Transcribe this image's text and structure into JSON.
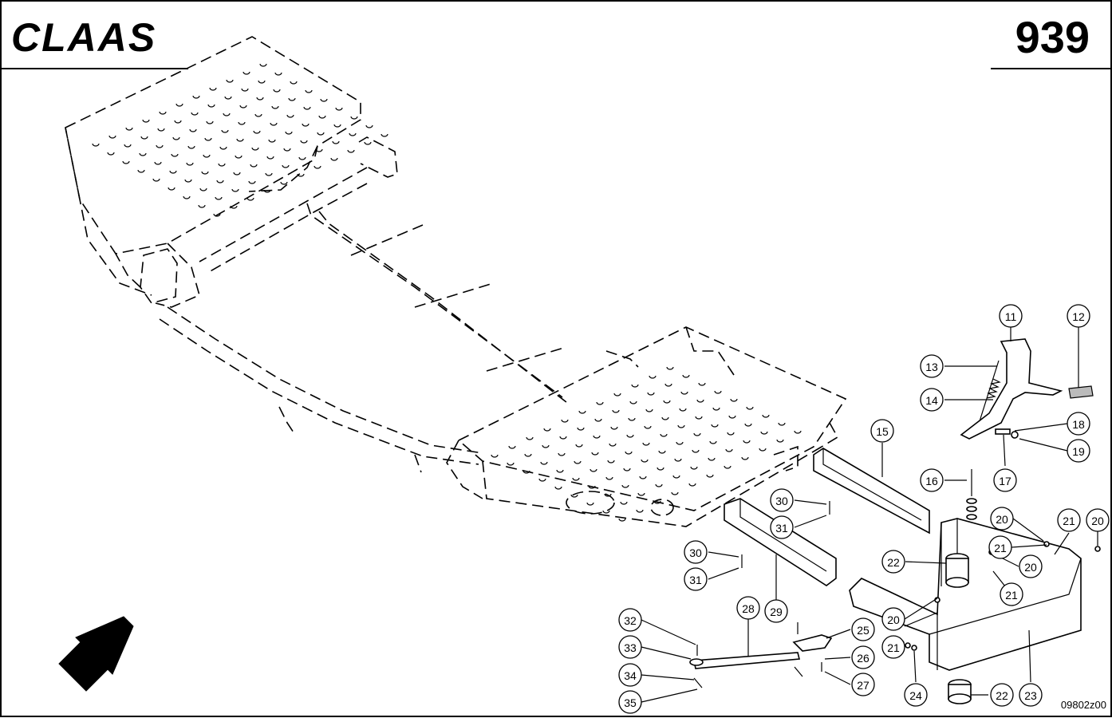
{
  "header": {
    "brand": "CLAAS",
    "page_number": "939"
  },
  "footer": {
    "drawing_ref": "09802z00"
  },
  "callouts": [
    {
      "label": "11"
    },
    {
      "label": "12"
    },
    {
      "label": "13"
    },
    {
      "label": "14"
    },
    {
      "label": "15"
    },
    {
      "label": "16"
    },
    {
      "label": "17"
    },
    {
      "label": "18"
    },
    {
      "label": "19"
    },
    {
      "label": "20"
    },
    {
      "label": "21"
    },
    {
      "label": "21"
    },
    {
      "label": "20"
    },
    {
      "label": "22"
    },
    {
      "label": "21"
    },
    {
      "label": "20"
    },
    {
      "label": "20"
    },
    {
      "label": "21"
    },
    {
      "label": "30"
    },
    {
      "label": "31"
    },
    {
      "label": "30"
    },
    {
      "label": "31"
    },
    {
      "label": "29"
    },
    {
      "label": "28"
    },
    {
      "label": "25"
    },
    {
      "label": "26"
    },
    {
      "label": "27"
    },
    {
      "label": "32"
    },
    {
      "label": "33"
    },
    {
      "label": "34"
    },
    {
      "label": "35"
    },
    {
      "label": "24"
    },
    {
      "label": "22"
    },
    {
      "label": "23"
    }
  ]
}
